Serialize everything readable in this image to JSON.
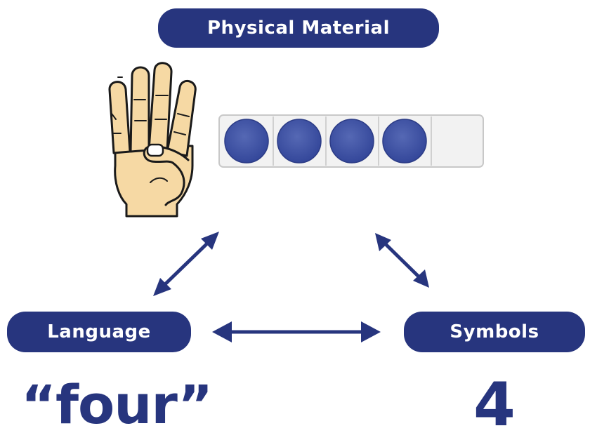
{
  "diagram": {
    "nodes": {
      "physical": "Physical Material",
      "language": "Language",
      "symbols": "Symbols"
    },
    "language_example": "“four”",
    "symbols_example": "4",
    "ten_frame": {
      "cells": 5,
      "filled": 4
    },
    "hand_fingers_shown": 4,
    "colors": {
      "primary": "#27357e",
      "counter": "#3f55a6",
      "hand_skin": "#f6d9a4",
      "frame": "#eeeeee"
    }
  }
}
